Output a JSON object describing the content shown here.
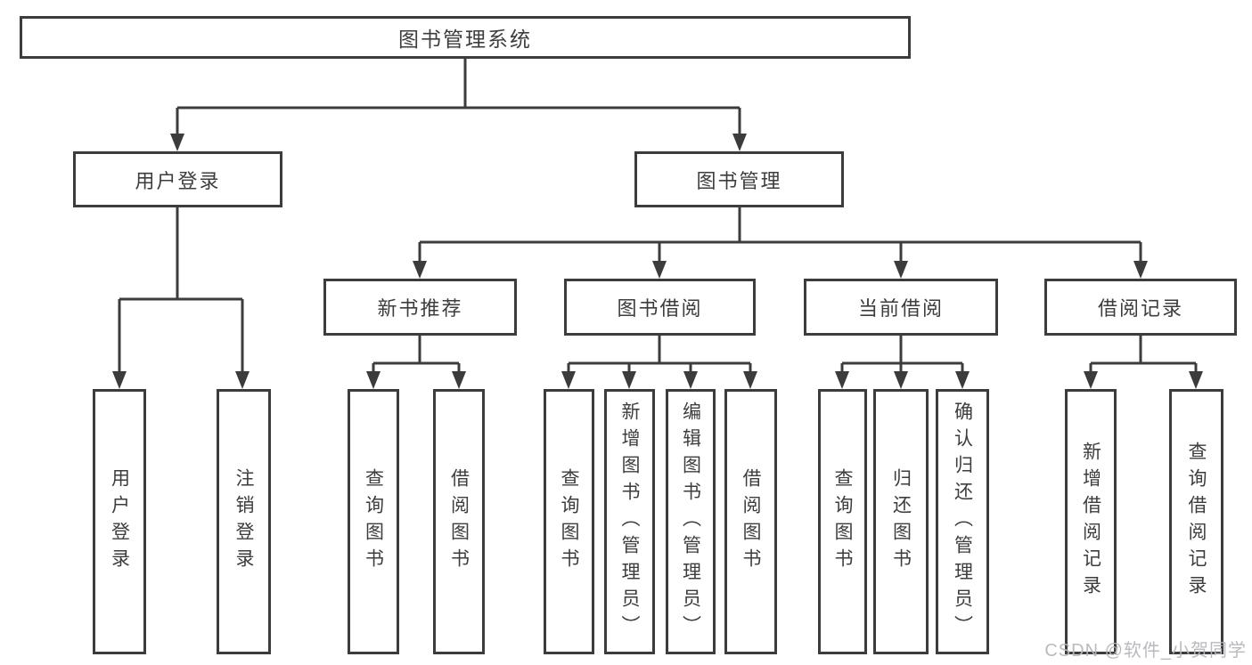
{
  "diagram": {
    "root": {
      "label": "图书管理系统"
    },
    "level2": [
      {
        "label": "用户登录"
      },
      {
        "label": "图书管理"
      }
    ],
    "level3": [
      {
        "label": "新书推荐"
      },
      {
        "label": "图书借阅"
      },
      {
        "label": "当前借阅"
      },
      {
        "label": "借阅记录"
      }
    ],
    "level4": {
      "login": [
        "用户登录",
        "注销登录"
      ],
      "newbooks": [
        "查询图书",
        "借阅图书"
      ],
      "borrowing": [
        "查询图书",
        "新增图书（管理员）",
        "编辑图书（管理员）",
        "借阅图书"
      ],
      "current": [
        "查询图书",
        "归还图书",
        "确认归还（管理员）"
      ],
      "records": [
        "新增借阅记录",
        "查询借阅记录"
      ]
    }
  },
  "watermark": "CSDN @软件_小贺同学",
  "colors": {
    "line": "#3c3c3c",
    "text": "#3d3d3d",
    "watermark": "#b7b7bb",
    "background": "#ffffff"
  }
}
